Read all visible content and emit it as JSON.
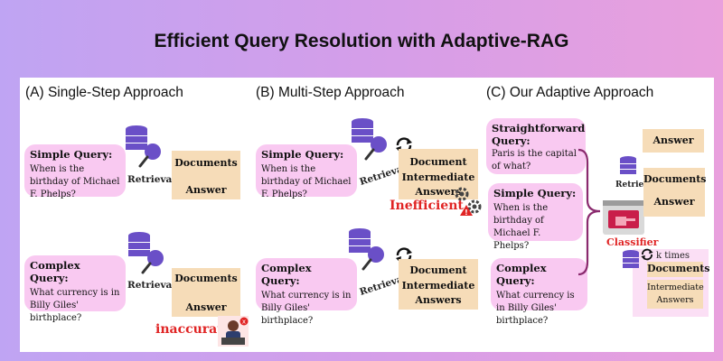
{
  "title": "Efficient Query Resolution with Adaptive-RAG",
  "sections": {
    "a": {
      "title": "(A) Single-Step Approach",
      "simple": {
        "query_title": "Simple Query:",
        "query_text": "When is the birthday of Michael F. Phelps?",
        "retrieval": "Retrieval",
        "box_top": "Documents",
        "box_bottom": "Answer"
      },
      "complex": {
        "query_title": "Complex Query:",
        "query_text": "What currency is in Billy Giles' birthplace?",
        "retrieval": "Retrieval",
        "box_top": "Documents",
        "box_bottom": "Answer",
        "flag": "inaccurate"
      }
    },
    "b": {
      "title": "(B) Multi-Step Approach",
      "simple": {
        "query_title": "Simple Query:",
        "query_text": "When is the birthday of Michael F. Phelps?",
        "retrieval": "Retrieval",
        "box_line1": "Document",
        "box_line2": "Intermediate",
        "box_line3": "Answers",
        "flag": "Inefficient"
      },
      "complex": {
        "query_title": "Complex Query:",
        "query_text": "What currency is in Billy Giles' birthplace?",
        "retrieval": "Retrieval",
        "box_line1": "Document",
        "box_line2": "Intermediate",
        "box_line3": "Answers"
      }
    },
    "c": {
      "title": "(C) Our Adaptive Approach",
      "straightforward": {
        "query_title": "Straightforward Query:",
        "query_text": "Paris is the capital of what?"
      },
      "simple": {
        "query_title": "Simple Query:",
        "query_text": "When is the birthday of Michael F. Phelps?"
      },
      "complex": {
        "query_title": "Complex Query:",
        "query_text": "What currency is in Billy Giles' birthplace?"
      },
      "classifier": "Classifier",
      "out1": "Answer",
      "out2_retrieval": "Retrieval",
      "out2_docs": "Documents",
      "out2_answer": "Answer",
      "k_times": "k times",
      "out3_docs": "Documents",
      "out3_inter1": "Intermediate",
      "out3_inter2": "Answers"
    }
  },
  "colors": {
    "query_box": "#f9c9f1",
    "result_box": "#f6dcb8",
    "red": "#e02424",
    "purple": "#6a4fc7"
  },
  "icons": [
    "database-icon",
    "magnifier-icon",
    "cycle-arrows-icon",
    "gear-warning-icon",
    "frustrated-user-icon",
    "classifier-screen-icon"
  ]
}
